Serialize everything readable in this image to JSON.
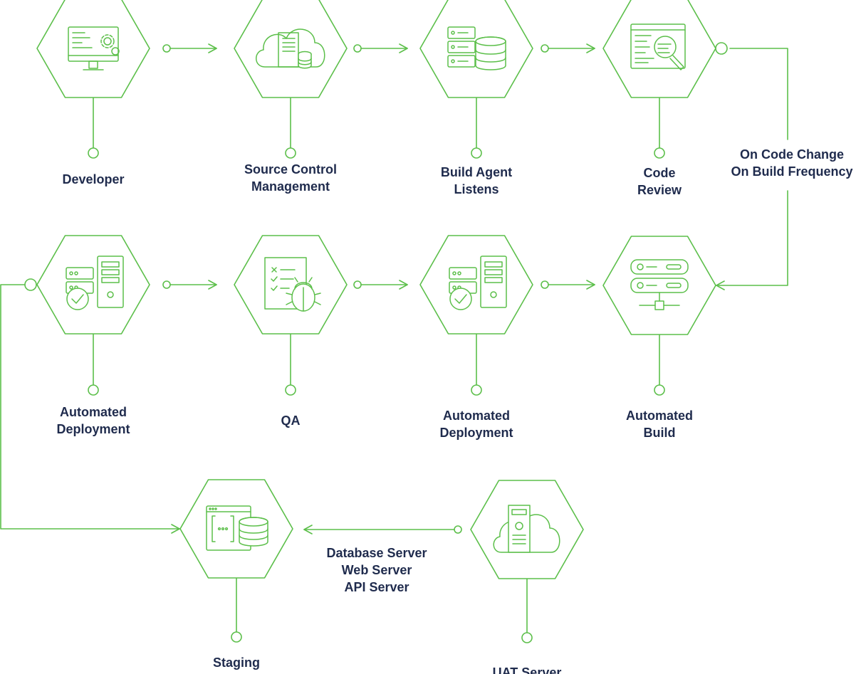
{
  "colors": {
    "line": "#5cbf4a",
    "label": "#1f2b4d",
    "background": "#ffffff"
  },
  "nodes": [
    {
      "id": "developer",
      "icon": "monitor-gear-icon",
      "label_lines": [
        "Developer"
      ]
    },
    {
      "id": "source-control",
      "icon": "cloud-server-database-icon",
      "label_lines": [
        "Source Control",
        "Management"
      ]
    },
    {
      "id": "build-agent",
      "icon": "server-rack-database-icon",
      "label_lines": [
        "Build Agent",
        "Listens"
      ]
    },
    {
      "id": "code-review",
      "icon": "code-magnifier-icon",
      "label_lines": [
        "Code",
        "Review"
      ]
    },
    {
      "id": "automated-build",
      "icon": "network-servers-icon",
      "label_lines": [
        "Automated",
        "Build"
      ]
    },
    {
      "id": "automated-deployment-2",
      "icon": "server-check-icon",
      "label_lines": [
        "Automated",
        "Deployment"
      ]
    },
    {
      "id": "qa",
      "icon": "checklist-bug-icon",
      "label_lines": [
        "QA"
      ]
    },
    {
      "id": "automated-deployment-1",
      "icon": "server-check-icon",
      "label_lines": [
        "Automated",
        "Deployment"
      ]
    },
    {
      "id": "staging",
      "icon": "code-window-database-icon",
      "label_lines": [
        "Staging"
      ]
    },
    {
      "id": "uat-server",
      "icon": "cloud-server-tower-icon",
      "label_lines": [
        "UAT Server"
      ]
    }
  ],
  "connector_labels": {
    "trigger": [
      "On Code Change",
      "On Build Frequency"
    ],
    "servers": [
      "Database Server",
      "Web Server",
      "API Server"
    ]
  }
}
